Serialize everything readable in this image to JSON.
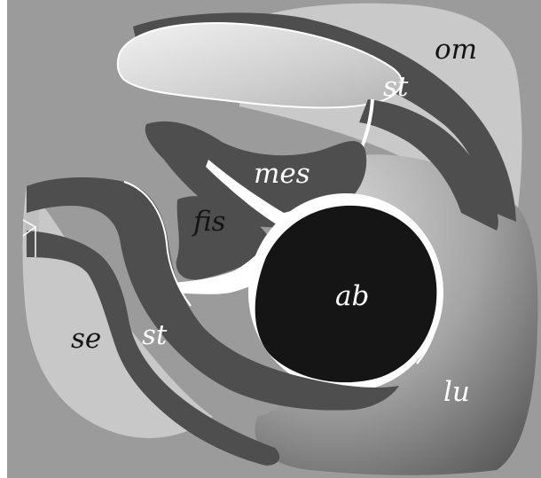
{
  "figure": {
    "labels": {
      "om": "om",
      "st_top": "st",
      "mes": "mes",
      "fis": "fis",
      "ab": "ab",
      "se": "se",
      "st_bottom": "st",
      "lu": "lu"
    }
  },
  "colors": {
    "background_gray": "#9b9b9b",
    "light_gray": "#c8c8c8",
    "dark_gray": "#4e4e4e",
    "black_region": "#151515",
    "white_space": "#ffffff"
  }
}
